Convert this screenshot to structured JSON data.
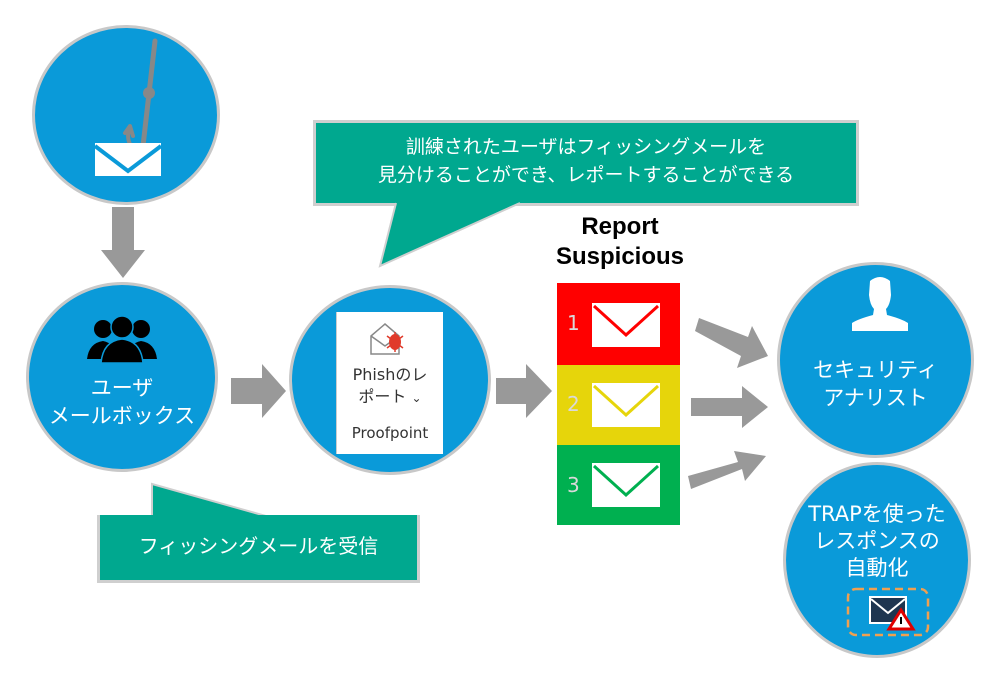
{
  "diagram": {
    "nodes": {
      "phishing_mail": {
        "icon": "fishhook-envelope-icon"
      },
      "user_mailbox": {
        "label_line1": "ユーザ",
        "label_line2": "メールボックス",
        "icon": "users-group-icon"
      },
      "report_button": {
        "label_line1": "Phishのレ",
        "label_line2": "ポート",
        "dropdown_glyph": "⌄",
        "vendor": "Proofpoint",
        "icon": "envelope-bug-icon"
      },
      "security_analyst": {
        "label_line1": "セキュリティ",
        "label_line2": "アナリスト",
        "icon": "person-icon"
      },
      "trap_automation": {
        "label_line1": "TRAPを使った",
        "label_line2": "レスポンスの",
        "label_line3": "自動化",
        "icon": "envelope-warning-icon"
      }
    },
    "report_suspicious": {
      "heading_line1": "Report",
      "heading_line2": "Suspicious",
      "levels": [
        {
          "number": "1",
          "color": "#ff0000"
        },
        {
          "number": "2",
          "color": "#e6d50b"
        },
        {
          "number": "3",
          "color": "#00b050"
        }
      ]
    },
    "callouts": {
      "trained_user_line1": "訓練されたユーザはフィッシングメールを",
      "trained_user_line2": "見分けることができ、レポートすることができる",
      "receive_phishing": "フィッシングメールを受信"
    },
    "colors": {
      "circle_fill": "#0a9ad9",
      "circle_border": "#c8c8c8",
      "callout_fill": "#00a88f",
      "arrow": "#999999"
    }
  }
}
